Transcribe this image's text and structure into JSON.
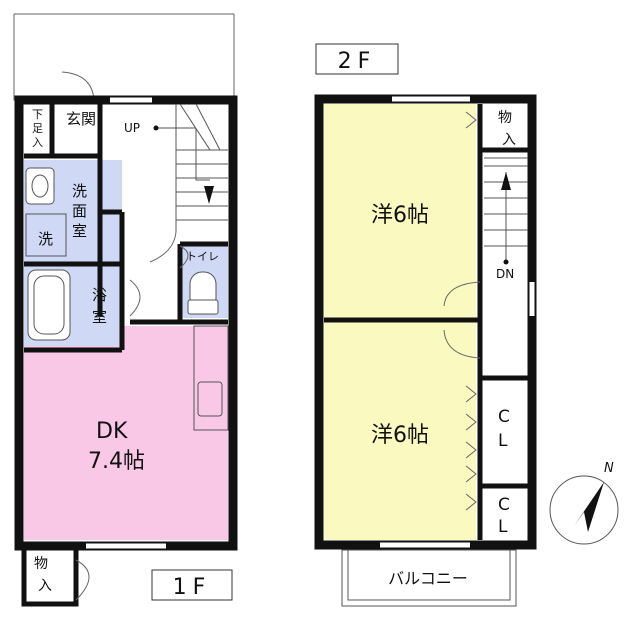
{
  "floors": {
    "first": {
      "floor_label": "1F",
      "entrance": "玄関",
      "shoe_closet": [
        "下",
        "足",
        "入"
      ],
      "washroom": [
        "洗",
        "面",
        "室"
      ],
      "washer": "洗",
      "bathroom": [
        "浴",
        "室"
      ],
      "toilet": "トイレ",
      "stairs": "UP",
      "dk": {
        "name": "DK",
        "size": "7.4帖"
      },
      "storage": [
        "物",
        "入"
      ]
    },
    "second": {
      "floor_label": "2F",
      "room_north": "洋6帖",
      "room_south": "洋6帖",
      "storage": [
        "物",
        "入"
      ],
      "stairs": "DN",
      "closet1": [
        "C",
        "L"
      ],
      "closet2": [
        "C",
        "L"
      ],
      "balcony": "バルコニー"
    }
  },
  "compass": {
    "letter": "N"
  },
  "colors": {
    "dk_floor": "#f9c8e6",
    "wet_area": "#cfd8f5",
    "western_room": "#fafac0",
    "wall": "#111111"
  }
}
